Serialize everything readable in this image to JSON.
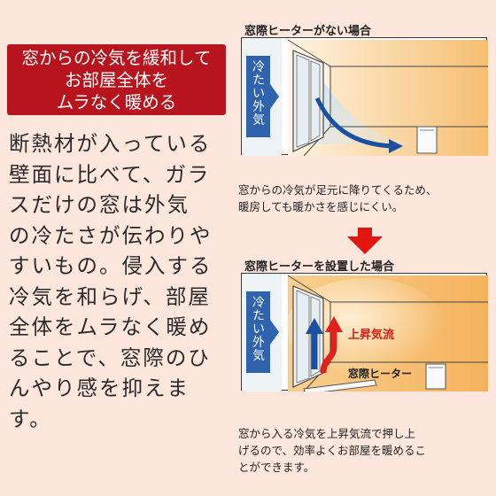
{
  "headline": [
    "窓からの冷気を緩和して",
    "お部屋全体を",
    "ムラなく暖める"
  ],
  "body_lines": [
    "断熱材が入っている",
    "壁面に比べて、ガラ",
    "スだけの窓は外気",
    "の冷たさが伝わりや",
    "すいもの。侵入する",
    "冷気を和らげ、部屋",
    "全体をムラなく暖め",
    "ることで、窓際のひ",
    "んやり感を抑えま",
    "す。"
  ],
  "panel_a": {
    "title": "窓際ヒーターがない場合",
    "side_label": [
      "冷",
      "た",
      "い",
      "外",
      "気"
    ],
    "caption": [
      "窓からの冷気が足元に降りてくるため、",
      "暖房しても暖かさを感じにくい。"
    ]
  },
  "panel_b": {
    "title": "窓際ヒーターを設置した場合",
    "side_label": [
      "冷",
      "た",
      "い",
      "外",
      "気"
    ],
    "updraft_label": "上昇気流",
    "heater_label": "窓際ヒーター",
    "caption": [
      "窓から入る冷気を上昇気流で押し上",
      "げるので、効率よくお部屋を暖めるこ",
      "とができます。"
    ]
  },
  "colors": {
    "background": "#fde7dc",
    "headline_bg": "#b8141e",
    "cold_blue": "#1b4fa0",
    "updraft_red": "#e0211c",
    "warm_orange": "#f5b25c",
    "arrow_red": "#e3150f"
  }
}
